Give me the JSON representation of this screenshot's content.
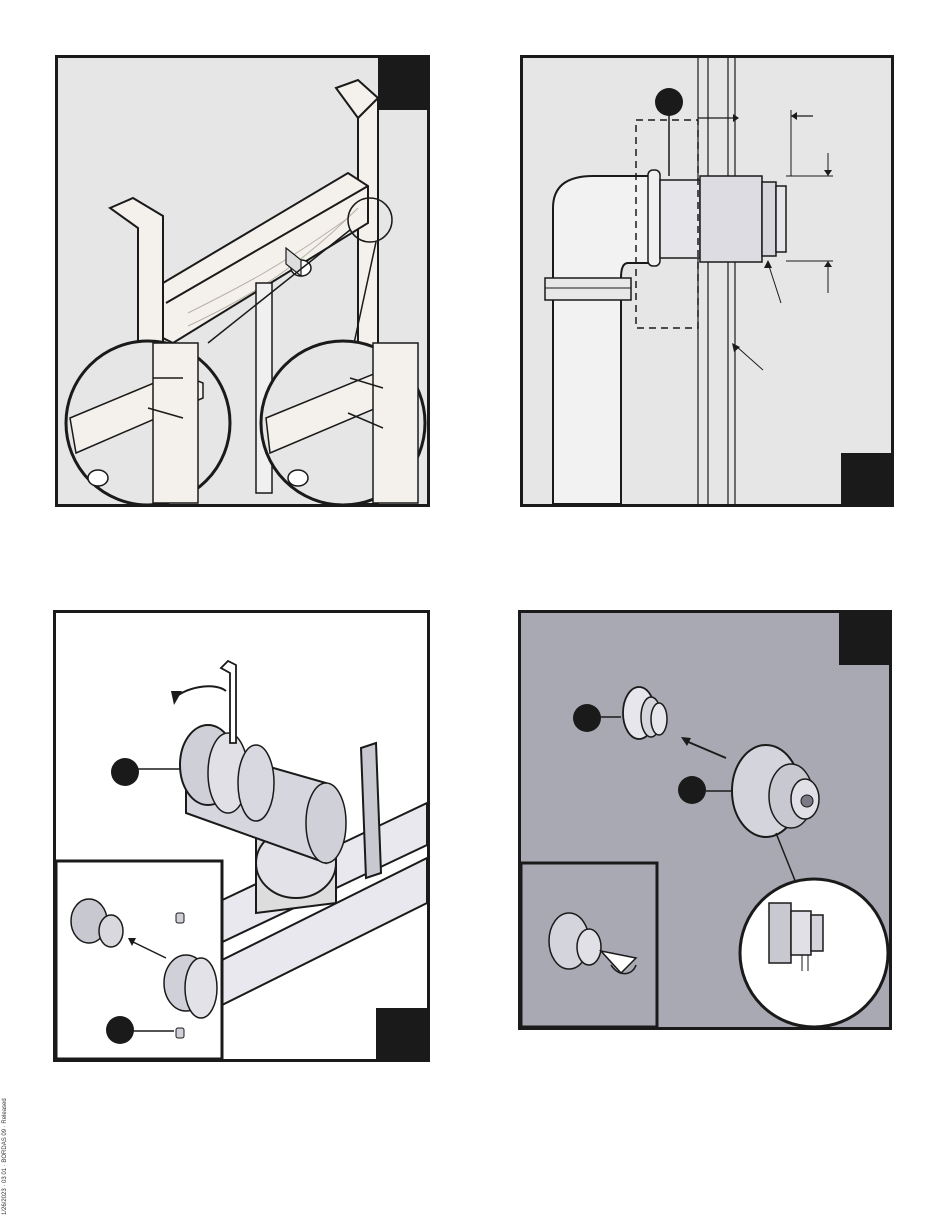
{
  "page": {
    "footer_code": "1/26/2023 · 03 01 · BORDAS 09 · Released",
    "footer_code_visible": false
  },
  "panels": [
    {
      "id": "panel-1",
      "subject": "wood-framing-with-crossbrace-and-pipe-fitting"
    },
    {
      "id": "panel-2",
      "subject": "elbow-with-extension-through-wall"
    },
    {
      "id": "panel-3",
      "subject": "valve-with-hex-key-and-handle"
    },
    {
      "id": "panel-4",
      "subject": "valve-adapter-and-fitting-exploded-view"
    }
  ],
  "colors": {
    "panel_gray": "#e6e6e6",
    "panel_blue_gray": "#a9a9b3",
    "ink": "#1a1a1a",
    "wood": "#f4f1ec"
  }
}
